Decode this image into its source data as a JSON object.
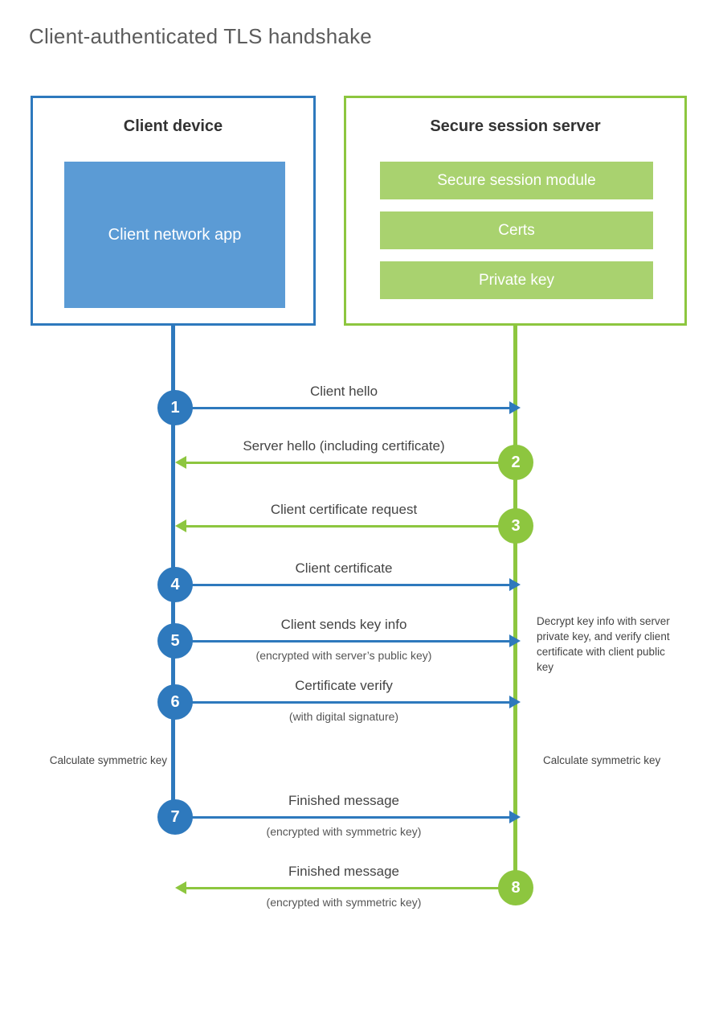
{
  "title": "Client-authenticated TLS handshake",
  "client": {
    "box_title": "Client device",
    "app_label": "Client network app"
  },
  "server": {
    "box_title": "Secure session server",
    "components": [
      {
        "label": "Secure session module"
      },
      {
        "label": "Certs"
      },
      {
        "label": "Private key"
      }
    ]
  },
  "steps": [
    {
      "number": "1",
      "label": "Client hello",
      "sublabel": "",
      "direction": "client-to-server"
    },
    {
      "number": "2",
      "label": "Server hello (including certificate)",
      "sublabel": "",
      "direction": "server-to-client"
    },
    {
      "number": "3",
      "label": "Client certificate request",
      "sublabel": "",
      "direction": "server-to-client"
    },
    {
      "number": "4",
      "label": "Client certificate",
      "sublabel": "",
      "direction": "client-to-server"
    },
    {
      "number": "5",
      "label": "Client sends key info",
      "sublabel": "(encrypted with server’s public key)",
      "direction": "client-to-server"
    },
    {
      "number": "6",
      "label": "Certificate verify",
      "sublabel": "(with digital signature)",
      "direction": "client-to-server"
    },
    {
      "number": "7",
      "label": "Finished message",
      "sublabel": "(encrypted with symmetric key)",
      "direction": "client-to-server"
    },
    {
      "number": "8",
      "label": "Finished message",
      "sublabel": "(encrypted with symmetric key)",
      "direction": "server-to-client"
    }
  ],
  "notes": {
    "server_decrypt": "Decrypt key info with server private key, and verify client certificate with client public key",
    "client_calculate": "Calculate symmetric key",
    "server_calculate": "Calculate symmetric key"
  },
  "colors": {
    "client_blue": "#2E79BD",
    "client_app_fill": "#5B9BD5",
    "server_green": "#8DC63F",
    "server_bar_fill": "#A9D26F",
    "title_gray": "#5C5C5C",
    "label_gray": "#444444"
  }
}
